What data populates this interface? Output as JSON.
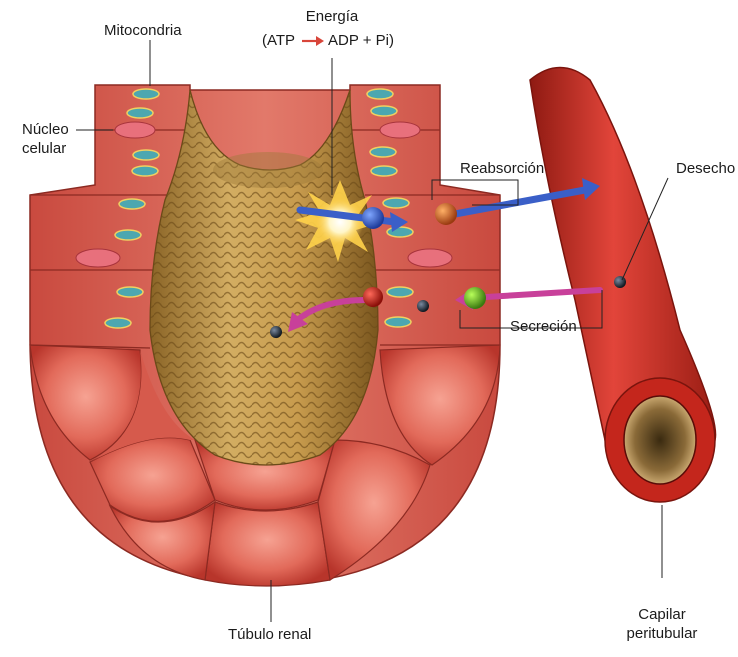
{
  "labels": {
    "mitocondria": "Mitocondria",
    "energia": "Energía",
    "atp": "(ATP",
    "adp": "ADP + Pi)",
    "nucleo_line1": "Núcleo",
    "nucleo_line2": "celular",
    "reabsorcion": "Reabsorción",
    "desecho": "Desecho",
    "secrecion": "Secreción",
    "tubulo": "Túbulo renal",
    "capilar_line1": "Capilar",
    "capilar_line2": "peritubular"
  },
  "colors": {
    "cell_fill": "#d9544a",
    "cell_light": "#f08a7a",
    "cell_border": "#8c2a22",
    "lumen": "#b58a45",
    "capillary": "#c4261c",
    "reabsorption_arrow": "#3a5fc8",
    "secretion_arrow": "#c8409a",
    "mitochondria": "#4ca7b0"
  }
}
